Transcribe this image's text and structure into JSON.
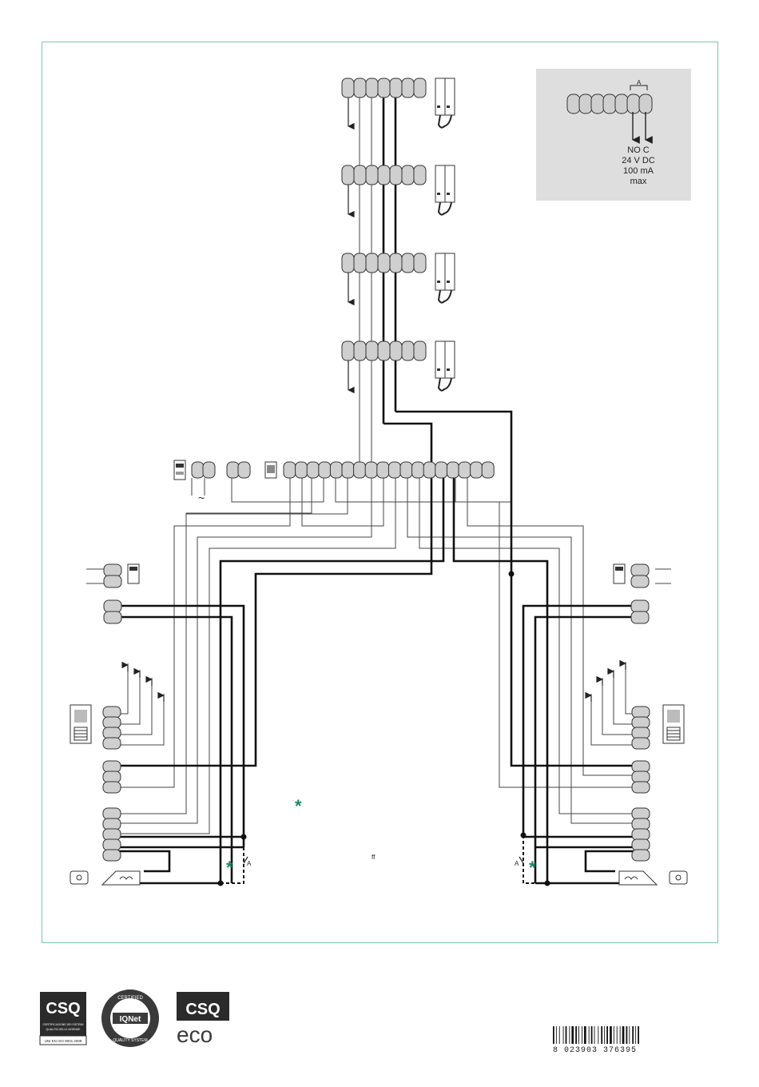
{
  "inset": {
    "relay_label_top": "A",
    "line1": "NO C",
    "line2": "24 V DC",
    "line3": "100 mA",
    "line4": "max"
  },
  "diagram_marks": {
    "asterisk_symbol": "*",
    "ff_label": "ff",
    "switch_label": "A",
    "ac_symbol": "~"
  },
  "logos": {
    "csq1_title": "CSQ",
    "csq1_line1": "CERTIFICAZIONE DEI SISTEMI",
    "csq1_line2": "QUALITÀ DELLE AZIENDE",
    "csq1_line3": "UNI EN ISO 9001:2008",
    "iqnet_top": "CERTIFIED",
    "iqnet_mid": "IQNet",
    "iqnet_bottom": "QUALITY SYSTEM",
    "csq2_title": "CSQ",
    "csq2_eco": "eco"
  },
  "barcode": {
    "digits": "8 023903 376395"
  },
  "colors": {
    "frame": "#7cc5b3",
    "terminal_fill": "#cfcfcf",
    "inset_bg": "#dedede",
    "asterisk": "#1a8a60"
  }
}
